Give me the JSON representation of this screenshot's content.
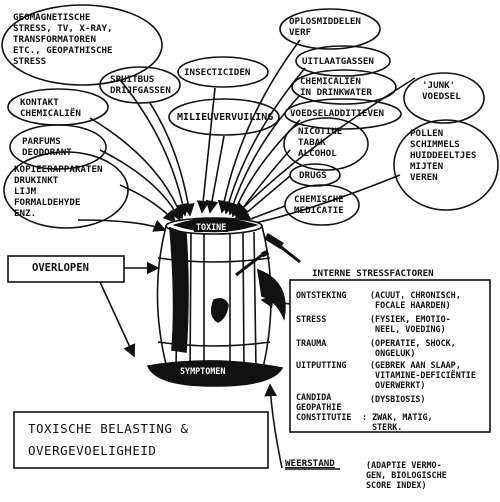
{
  "influences": [
    "GEOMAGNETISCHE\nSTRESS, TV, X-RAY,\nTRANSFORMATOREN\nETC., GEOPATHISCHE\nSTRESS",
    "OPLOSMIDDELEN\nVERF",
    "UITLAATGASSEN",
    "INSECTICIDEN",
    "SPUITBUS\nDRIJFGASSEN",
    "CHEMICALIËN\nIN DRINKWATER",
    "'JUNK'\nVOEDSEL",
    "KONTAKT\nCHEMICALIËN",
    "MILIEUVERVUILING",
    "VOEDSELADDITIEVEN",
    "PARFUMS\nDEODORANT",
    "NICOTINE\nTABAK\nALCOHOL",
    "POLLEN\nSCHIMMELS\nHUIDDEELTJES\nMIJTEN\nVEREN",
    "KOPIEERAPPARATEN\nDRUKINKT\nLIJM\nFORMALDEHYDE\nENZ.",
    "DRUGS",
    "CHEMISCHE\nMEDICATIE"
  ],
  "barrel": {
    "toxine": "TOXINE",
    "symptomen": "SYMPTOMEN",
    "overlopen": "OVERLOPEN"
  },
  "stress": {
    "title": "INTERNE STRESSFACTOREN",
    "rows": [
      {
        "term": "ONTSTEKING",
        "desc": "(ACUUT, CHRONISCH,\n FOCALE HAARDEN)"
      },
      {
        "term": "STRESS",
        "desc": "(FYSIEK, EMOTIO-\n NEEL, VOEDING)"
      },
      {
        "term": "TRAUMA",
        "desc": "(OPERATIE, SHOCK,\n ONGELUK)"
      },
      {
        "term": "UITPUTTING",
        "desc": "(GEBREK AAN SLAAP,\n VITAMINE-DEFICIËNTIE\n OVERWERKT)"
      },
      {
        "term": "CANDIDA",
        "desc": "(DYSBIOSIS)"
      },
      {
        "term": "GEOPATHIE",
        "desc": ""
      },
      {
        "term": "CONSTITUTIE",
        "desc": ": ZWAK, MATIG,\n  STERK."
      }
    ]
  },
  "weerstand": {
    "label": "WEERSTAND",
    "desc": "(ADAPTIE VERMO-\nGEN, BIOLOGISCHE\nSCORE INDEX)"
  },
  "title": {
    "line1": "TOXISCHE BELASTING &",
    "line2": "OVERGEVOELIGHEID"
  }
}
